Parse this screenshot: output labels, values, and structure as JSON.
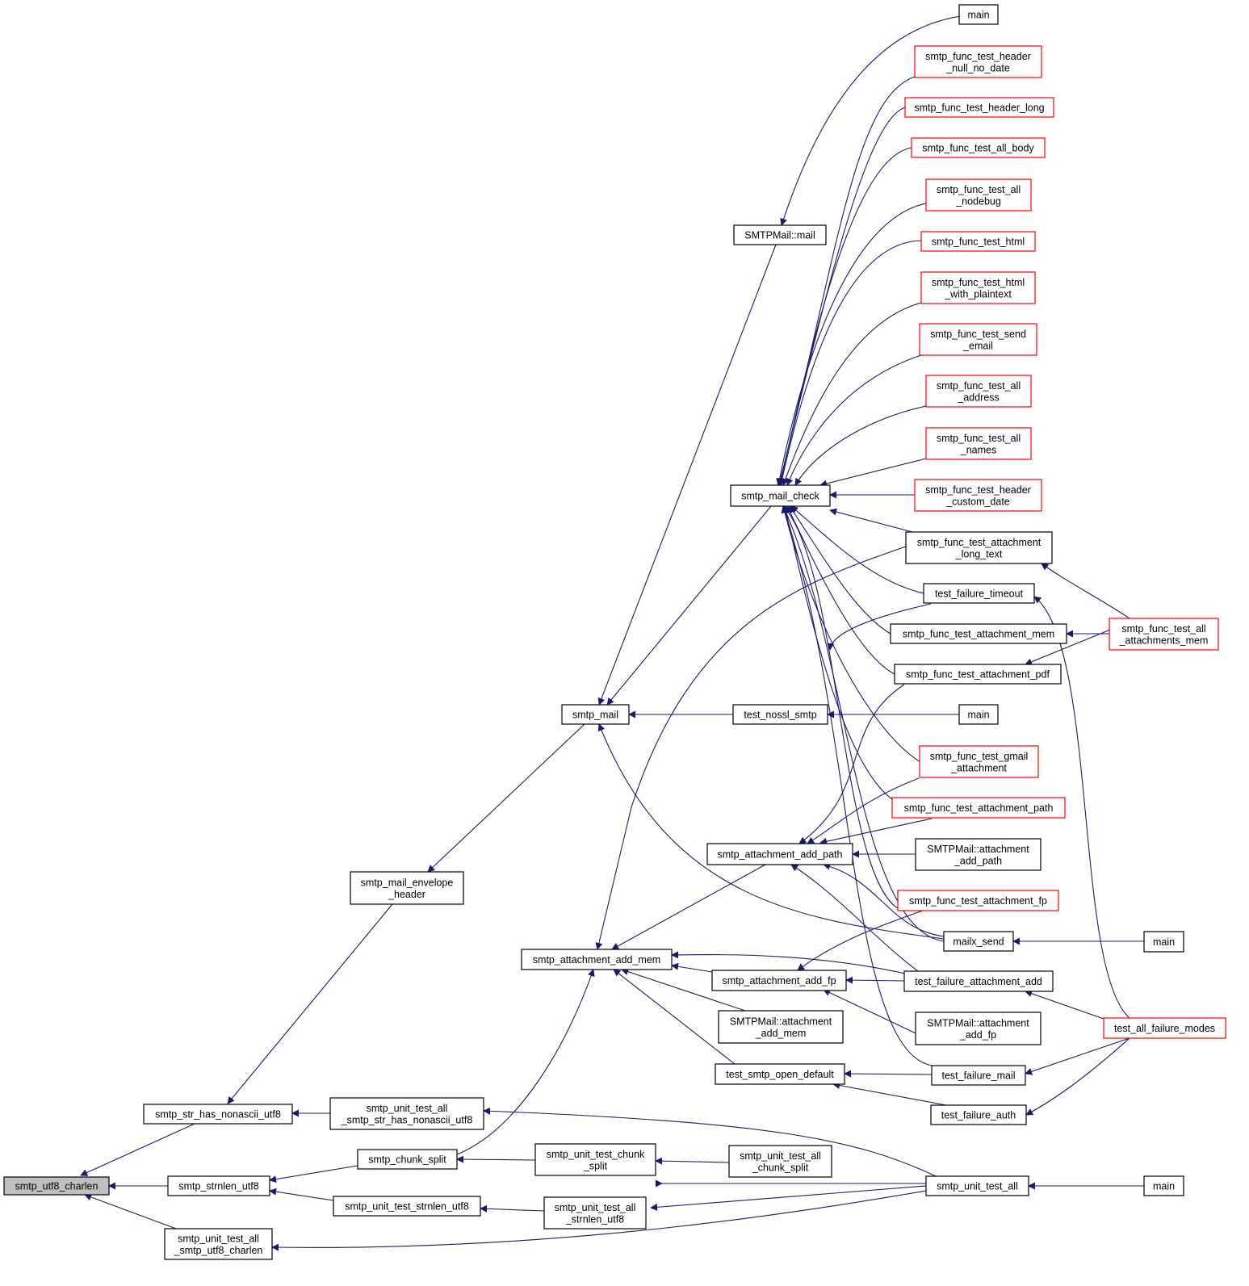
{
  "colors": {
    "edge": "#191970",
    "node_border_normal": "#000000",
    "node_border_truncated": "#ff0000",
    "root_fill": "#bfbfbf"
  },
  "nodes": {
    "n_root": {
      "lines": [
        "smtp_utf8_charlen"
      ],
      "style": "root"
    },
    "n_nonascii": {
      "lines": [
        "smtp_str_has_nonascii_utf8"
      ],
      "style": "normal"
    },
    "n_strlen": {
      "lines": [
        "smtp_strnlen_utf8"
      ],
      "style": "normal"
    },
    "n_ut_charlen": {
      "lines": [
        "smtp_unit_test_all",
        "_smtp_utf8_charlen"
      ],
      "style": "normal"
    },
    "n_envhdr": {
      "lines": [
        "smtp_mail_envelope",
        "_header"
      ],
      "style": "normal"
    },
    "n_ut_nonascii": {
      "lines": [
        "smtp_unit_test_all",
        "_smtp_str_has_nonascii_utf8"
      ],
      "style": "normal"
    },
    "n_chunk": {
      "lines": [
        "smtp_chunk_split"
      ],
      "style": "normal"
    },
    "n_ut_strlen": {
      "lines": [
        "smtp_unit_test_strnlen_utf8"
      ],
      "style": "normal"
    },
    "n_smtp_mail": {
      "lines": [
        "smtp_mail"
      ],
      "style": "normal"
    },
    "n_add_mem": {
      "lines": [
        "smtp_attachment_add_mem"
      ],
      "style": "normal"
    },
    "n_ut_chunk": {
      "lines": [
        "smtp_unit_test_chunk",
        "_split"
      ],
      "style": "normal"
    },
    "n_ut_all_strlen": {
      "lines": [
        "smtp_unit_test_all",
        "_strnlen_utf8"
      ],
      "style": "normal"
    },
    "n_cpp_mail": {
      "lines": [
        "SMTPMail::mail"
      ],
      "style": "normal"
    },
    "n_mail_check": {
      "lines": [
        "smtp_mail_check"
      ],
      "style": "normal"
    },
    "n_nossl": {
      "lines": [
        "test_nossl_smtp"
      ],
      "style": "normal"
    },
    "n_add_path": {
      "lines": [
        "smtp_attachment_add_path"
      ],
      "style": "normal"
    },
    "n_add_fp": {
      "lines": [
        "smtp_attachment_add_fp"
      ],
      "style": "normal"
    },
    "n_cpp_add_mem": {
      "lines": [
        "SMTPMail::attachment",
        "_add_mem"
      ],
      "style": "normal"
    },
    "n_open_default": {
      "lines": [
        "test_smtp_open_default"
      ],
      "style": "normal"
    },
    "n_ut_all_chunk": {
      "lines": [
        "smtp_unit_test_all",
        "_chunk_split"
      ],
      "style": "normal"
    },
    "n_main1": {
      "lines": [
        "main"
      ],
      "style": "normal"
    },
    "n_f_null": {
      "lines": [
        "smtp_func_test_header",
        "_null_no_date"
      ],
      "style": "truncated"
    },
    "n_f_long": {
      "lines": [
        "smtp_func_test_header_long"
      ],
      "style": "truncated"
    },
    "n_f_body": {
      "lines": [
        "smtp_func_test_all_body"
      ],
      "style": "truncated"
    },
    "n_f_nodebug": {
      "lines": [
        "smtp_func_test_all",
        "_nodebug"
      ],
      "style": "truncated"
    },
    "n_f_html": {
      "lines": [
        "smtp_func_test_html"
      ],
      "style": "truncated"
    },
    "n_f_html_pt": {
      "lines": [
        "smtp_func_test_html",
        "_with_plaintext"
      ],
      "style": "truncated"
    },
    "n_f_send": {
      "lines": [
        "smtp_func_test_send",
        "_email"
      ],
      "style": "truncated"
    },
    "n_f_address": {
      "lines": [
        "smtp_func_test_all",
        "_address"
      ],
      "style": "truncated"
    },
    "n_f_names": {
      "lines": [
        "smtp_func_test_all",
        "_names"
      ],
      "style": "truncated"
    },
    "n_f_custom": {
      "lines": [
        "smtp_func_test_header",
        "_custom_date"
      ],
      "style": "truncated"
    },
    "n_f_longtext": {
      "lines": [
        "smtp_func_test_attachment",
        "_long_text"
      ],
      "style": "normal"
    },
    "n_t_timeout": {
      "lines": [
        "test_failure_timeout"
      ],
      "style": "normal"
    },
    "n_f_att_mem": {
      "lines": [
        "smtp_func_test_attachment_mem"
      ],
      "style": "normal"
    },
    "n_f_att_pdf": {
      "lines": [
        "smtp_func_test_attachment_pdf"
      ],
      "style": "normal"
    },
    "n_main2": {
      "lines": [
        "main"
      ],
      "style": "normal"
    },
    "n_f_gmail": {
      "lines": [
        "smtp_func_test_gmail",
        "_attachment"
      ],
      "style": "truncated"
    },
    "n_f_att_path": {
      "lines": [
        "smtp_func_test_attachment_path"
      ],
      "style": "truncated"
    },
    "n_cpp_add_path": {
      "lines": [
        "SMTPMail::attachment",
        "_add_path"
      ],
      "style": "normal"
    },
    "n_f_att_fp": {
      "lines": [
        "smtp_func_test_attachment_fp"
      ],
      "style": "truncated"
    },
    "n_mailx": {
      "lines": [
        "mailx_send"
      ],
      "style": "normal"
    },
    "n_t_att_add": {
      "lines": [
        "test_failure_attachment_add"
      ],
      "style": "normal"
    },
    "n_cpp_add_fp": {
      "lines": [
        "SMTPMail::attachment",
        "_add_fp"
      ],
      "style": "normal"
    },
    "n_t_mail": {
      "lines": [
        "test_failure_mail"
      ],
      "style": "normal"
    },
    "n_t_auth": {
      "lines": [
        "test_failure_auth"
      ],
      "style": "normal"
    },
    "n_ut_all": {
      "lines": [
        "smtp_unit_test_all"
      ],
      "style": "normal"
    },
    "n_f_all_att_mem": {
      "lines": [
        "smtp_func_test_all",
        "_attachments_mem"
      ],
      "style": "truncated"
    },
    "n_main3": {
      "lines": [
        "main"
      ],
      "style": "normal"
    },
    "n_t_all_fail": {
      "lines": [
        "test_all_failure_modes"
      ],
      "style": "truncated"
    },
    "n_main4": {
      "lines": [
        "main"
      ],
      "style": "normal"
    }
  }
}
